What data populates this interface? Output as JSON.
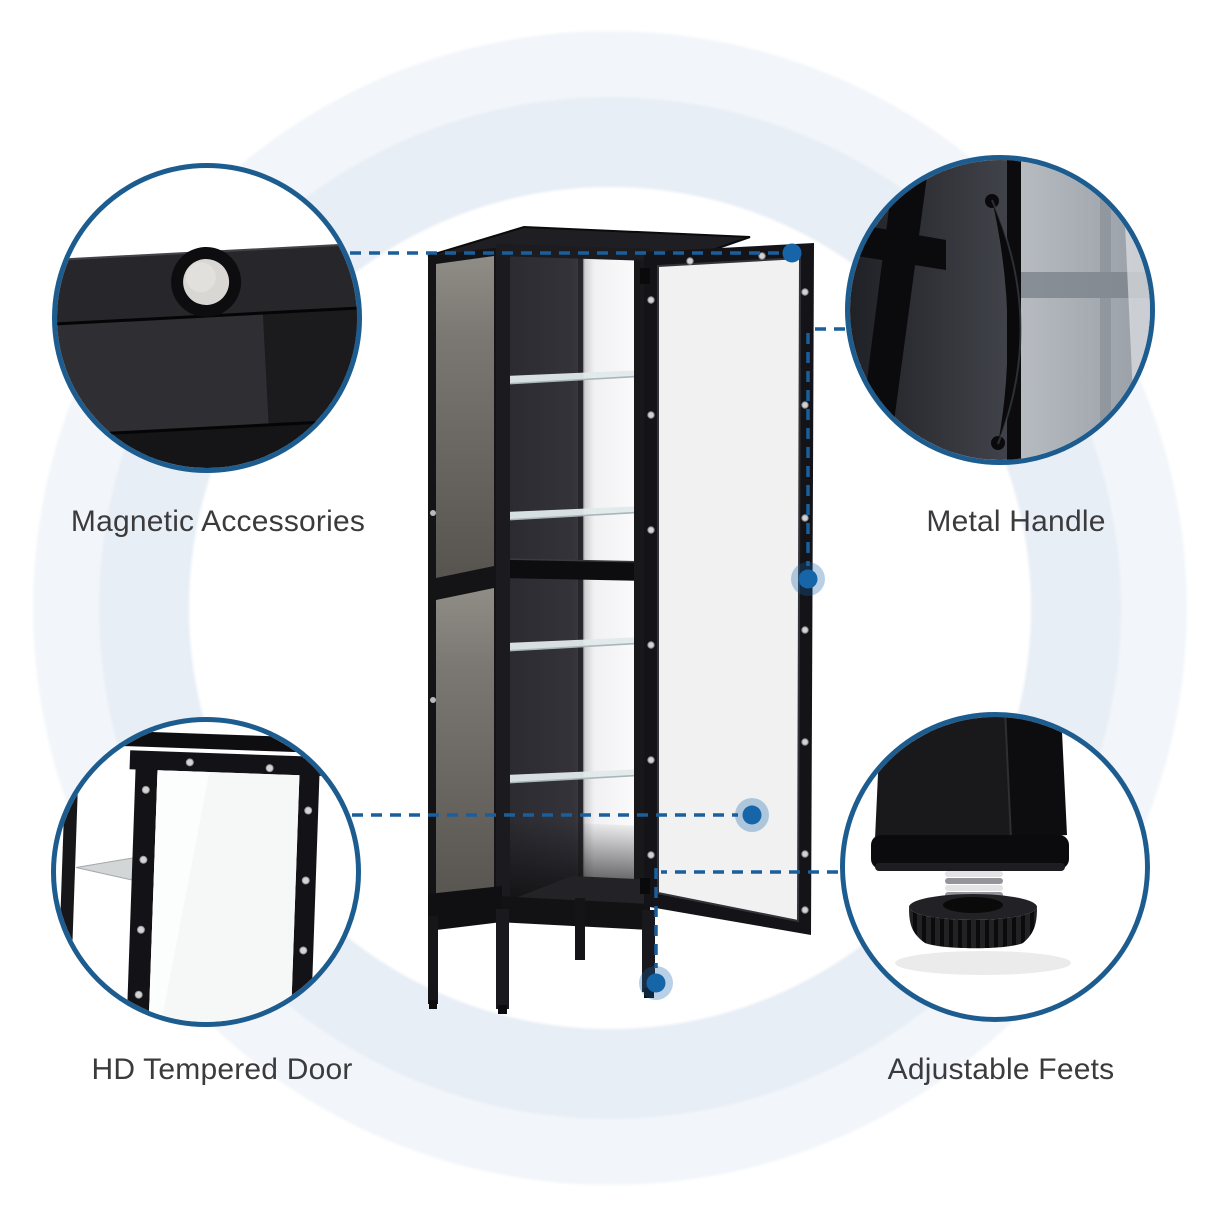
{
  "colors": {
    "accent_blue": "#1a5f9c",
    "dot_blue": "#1565a8",
    "callout_border": "#1d5c8f",
    "label_text": "#3b3b3d",
    "ring_inner": "#e8eef6",
    "ring_outer": "#f2f6fa",
    "cabinet_black": "#1a1a1d",
    "glass_gray": "#7b7772"
  },
  "callouts": [
    {
      "id": "magnetic-accessories",
      "label": "Magnetic Accessories",
      "photo": "magnet-disc-closeup",
      "position": "top-left"
    },
    {
      "id": "metal-handle",
      "label": "Metal Handle",
      "photo": "door-handle-closeup",
      "position": "top-right"
    },
    {
      "id": "hd-tempered-door",
      "label": "HD Tempered Door",
      "photo": "glass-door-closeup",
      "position": "bottom-left"
    },
    {
      "id": "adjustable-feets",
      "label": "Adjustable Feets",
      "photo": "adjustable-foot-closeup",
      "position": "bottom-right"
    }
  ]
}
